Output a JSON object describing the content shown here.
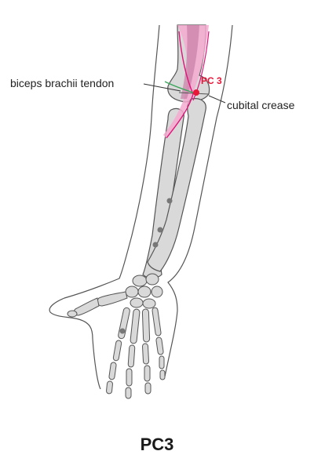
{
  "title": "PC3",
  "labels": {
    "tendon": "biceps brachii tendon",
    "point": "PC 3",
    "crease": "cubital crease"
  },
  "colors": {
    "meridian": "#e0157a",
    "meridian_band": "#f5a9cf",
    "point": "#e8173a",
    "tendon": "#3aa65a",
    "bone_fill": "#d9d9d9",
    "outline": "#555555",
    "text": "#222222"
  }
}
